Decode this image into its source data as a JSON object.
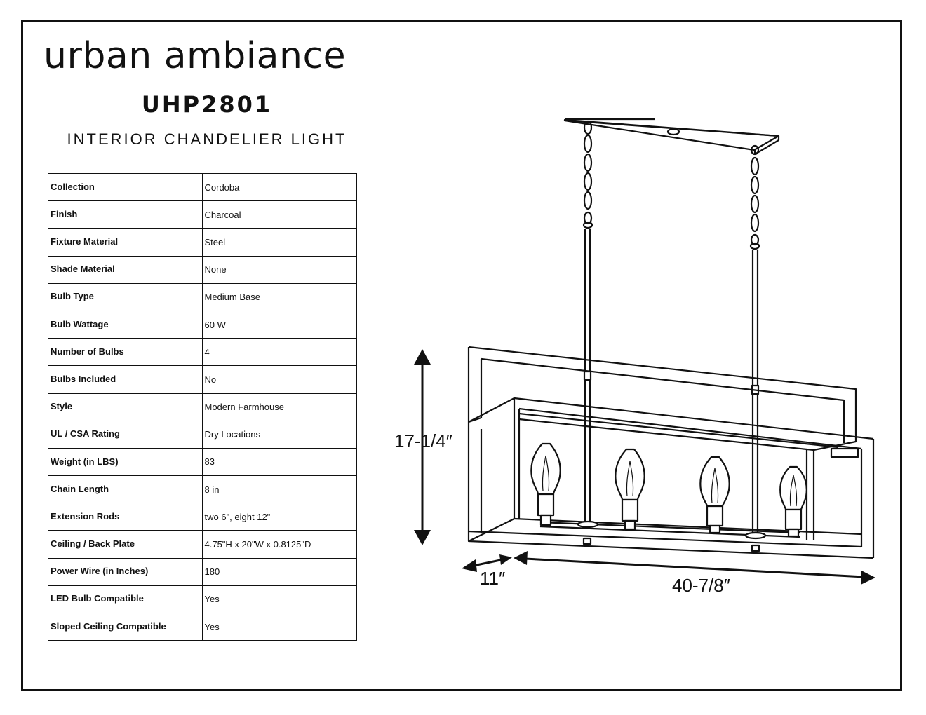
{
  "brand": "urban ambiance",
  "model": "UHP2801",
  "subtitle": "INTERIOR CHANDELIER LIGHT",
  "specs": [
    {
      "label": "Collection",
      "value": "Cordoba"
    },
    {
      "label": "Finish",
      "value": "Charcoal"
    },
    {
      "label": "Fixture Material",
      "value": "Steel"
    },
    {
      "label": "Shade Material",
      "value": "None"
    },
    {
      "label": "Bulb Type",
      "value": "Medium Base"
    },
    {
      "label": "Bulb Wattage",
      "value": "60 W"
    },
    {
      "label": "Number of Bulbs",
      "value": "4"
    },
    {
      "label": "Bulbs Included",
      "value": "No"
    },
    {
      "label": "Style",
      "value": "Modern Farmhouse"
    },
    {
      "label": "UL / CSA Rating",
      "value": "Dry Locations"
    },
    {
      "label": "Weight (in LBS)",
      "value": "83"
    },
    {
      "label": "Chain Length",
      "value": "8 in"
    },
    {
      "label": "Extension Rods",
      "value": "two 6\", eight 12\""
    },
    {
      "label": "Ceiling / Back Plate",
      "value": "4.75\"H x 20\"W x 0.8125\"D"
    },
    {
      "label": "Power Wire (in Inches)",
      "value": "180"
    },
    {
      "label": "LED Bulb Compatible",
      "value": "Yes"
    },
    {
      "label": "Sloped Ceiling Compatible",
      "value": "Yes"
    }
  ],
  "dimensions": {
    "height": "17-1/4″",
    "depth": "11″",
    "width": "40-7/8″"
  }
}
